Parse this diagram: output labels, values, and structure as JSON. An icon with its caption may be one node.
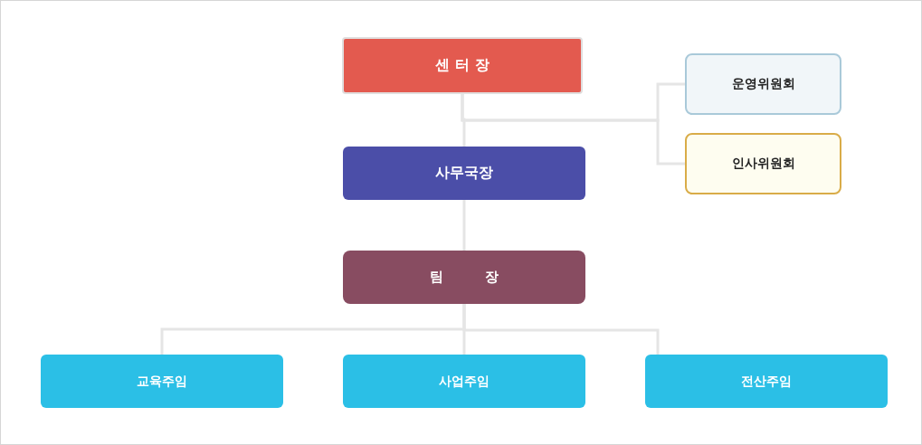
{
  "diagram": {
    "nodes": [
      {
        "text": [
          "센 터 장"
        ]
      },
      {
        "text": [
          "사무국장"
        ]
      },
      {
        "text": [
          "팀 장"
        ]
      },
      {
        "text": [
          "운영위원회"
        ]
      },
      {
        "text": [
          "인사위원회"
        ]
      },
      {
        "text": [
          "교육주임"
        ]
      },
      {
        "text": [
          "사업주임"
        ]
      },
      {
        "text": [
          "전산주임"
        ]
      }
    ],
    "edges": [
      {
        "from": 0,
        "to": 1,
        "arrow": "none"
      },
      {
        "from": 1,
        "to": 2,
        "arrow": "none"
      },
      {
        "from": 0,
        "to": 3,
        "arrow": "none"
      },
      {
        "from": 0,
        "to": 4,
        "arrow": "none"
      },
      {
        "from": 2,
        "to": 5,
        "arrow": "none"
      },
      {
        "from": 2,
        "to": 6,
        "arrow": "none"
      },
      {
        "from": 2,
        "to": 7,
        "arrow": "none"
      }
    ]
  }
}
